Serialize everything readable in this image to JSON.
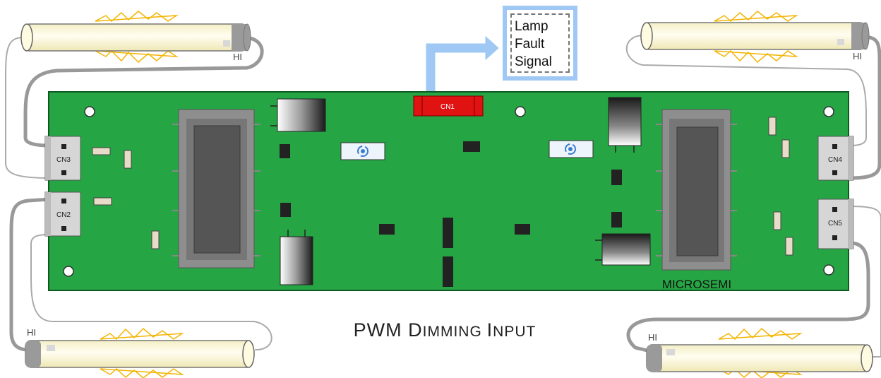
{
  "connectors": {
    "cn1": "CN1",
    "cn2": "CN2",
    "cn3": "CN3",
    "cn4": "CN4",
    "cn5": "CN5"
  },
  "lamp_hi_label": "HI",
  "fault_signal": {
    "line1": "Lamp",
    "line2": "Fault",
    "line3": "Signal"
  },
  "brand": "MICROSEMI",
  "caption": {
    "p1": "PWM ",
    "p2": "D",
    "p3": "IMMING ",
    "p4": "I",
    "p5": "NPUT"
  },
  "colors": {
    "board": "#26a545",
    "connector_cn1": "#e01212",
    "fault_frame": "#9fc8f5",
    "lamp_glow": "#fffbe0",
    "spark": "#f3b400"
  }
}
